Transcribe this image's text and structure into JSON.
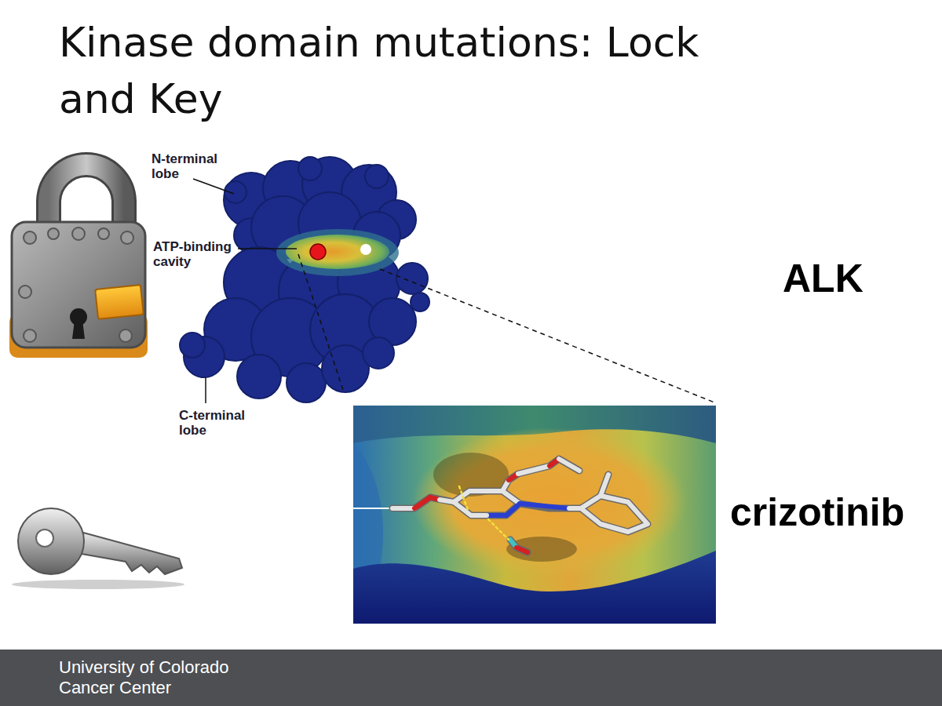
{
  "diagram": {
    "title": "Kinase domain mutations: Lock and Key",
    "nodes": [
      {
        "text": [
          "University of Colorado Cancer Center"
        ]
      }
    ],
    "labels": [
      "N-terminal lobe",
      "ATP-binding cavity",
      "ALK",
      "C-terminal lobe",
      "crizotinib"
    ]
  }
}
